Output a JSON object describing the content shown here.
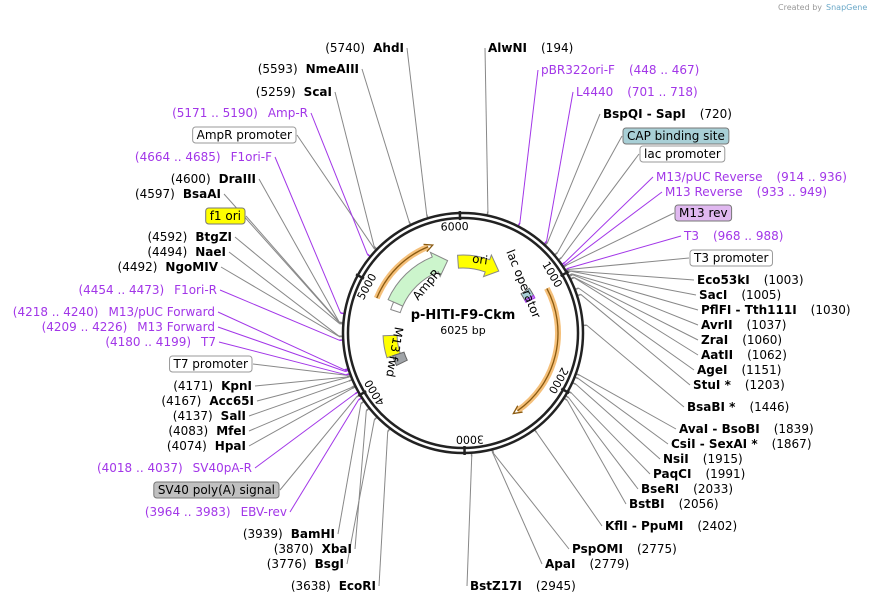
{
  "credit": {
    "prefix": "Created by",
    "brand": "SnapGene"
  },
  "plasmid": {
    "name": "p-HITI-F9-Ckm",
    "size_label": "6025 bp",
    "length_bp": 6025
  },
  "ticks": [
    "1000",
    "2000",
    "3000",
    "4000",
    "5000",
    "6000"
  ],
  "colors": {
    "primer": "#a236e8",
    "enzyme_line": "#888888",
    "backbone": "#222222",
    "orf": "#f5c07a"
  },
  "inner_features": [
    {
      "label": "ori",
      "color": "#ffff00"
    },
    {
      "label": "AmpR",
      "color": "#ccf5cc"
    },
    {
      "label": "lac operator",
      "color": "#a8cfd6"
    },
    {
      "label": "M13 fwd",
      "color": "#ffff00"
    }
  ],
  "labels": [
    {
      "type": "enzyme",
      "name": "AlwNI",
      "pos": "(194)",
      "bp": 194
    },
    {
      "type": "primer",
      "name": "pBR322ori-F",
      "pos": "(448 .. 467)",
      "bp": 457
    },
    {
      "type": "primer",
      "name": "L4440",
      "pos": "(701 .. 718)",
      "bp": 709
    },
    {
      "type": "enzyme",
      "name": "BspQI  - SapI",
      "pos": "(720)",
      "bp": 720
    },
    {
      "type": "feature",
      "name": "CAP binding site",
      "bp": 830,
      "color": "#a8cfd6"
    },
    {
      "type": "feature",
      "name": "lac promoter",
      "bp": 880,
      "color": "#ffffff"
    },
    {
      "type": "primer",
      "name": "M13/pUC Reverse",
      "pos": "(914 .. 936)",
      "bp": 925
    },
    {
      "type": "primer",
      "name": "M13 Reverse",
      "pos": "(933 .. 949)",
      "bp": 941
    },
    {
      "type": "feature",
      "name": "M13 rev",
      "bp": 950,
      "color": "#e0b8f0"
    },
    {
      "type": "primer",
      "name": "T3",
      "pos": "(968 .. 988)",
      "bp": 978
    },
    {
      "type": "feature",
      "name": "T3 promoter",
      "bp": 990,
      "color": "#ffffff"
    },
    {
      "type": "enzyme",
      "name": "Eco53kI",
      "pos": "(1003)",
      "bp": 1003
    },
    {
      "type": "enzyme",
      "name": "SacI",
      "pos": "(1005)",
      "bp": 1005
    },
    {
      "type": "enzyme",
      "name": "PflFI  - Tth111I",
      "pos": "(1030)",
      "bp": 1030
    },
    {
      "type": "enzyme",
      "name": "AvrII",
      "pos": "(1037)",
      "bp": 1037
    },
    {
      "type": "enzyme",
      "name": "ZraI",
      "pos": "(1060)",
      "bp": 1060
    },
    {
      "type": "enzyme",
      "name": "AatII",
      "pos": "(1062)",
      "bp": 1062
    },
    {
      "type": "enzyme",
      "name": "AgeI",
      "pos": "(1151)",
      "bp": 1151
    },
    {
      "type": "enzyme",
      "name": "StuI *",
      "pos": "(1203)",
      "bp": 1203
    },
    {
      "type": "enzyme",
      "name": "BsaBI *",
      "pos": "(1446)",
      "bp": 1446
    },
    {
      "type": "enzyme",
      "name": "AvaI  - BsoBI",
      "pos": "(1839)",
      "bp": 1839
    },
    {
      "type": "enzyme",
      "name": "CsiI  - SexAI *",
      "pos": "(1867)",
      "bp": 1867
    },
    {
      "type": "enzyme",
      "name": "NsiI",
      "pos": "(1915)",
      "bp": 1915
    },
    {
      "type": "enzyme",
      "name": "PaqCI",
      "pos": "(1991)",
      "bp": 1991
    },
    {
      "type": "enzyme",
      "name": "BseRI",
      "pos": "(2033)",
      "bp": 2033
    },
    {
      "type": "enzyme",
      "name": "BstBI",
      "pos": "(2056)",
      "bp": 2056
    },
    {
      "type": "enzyme",
      "name": "KflI  - PpuMI",
      "pos": "(2402)",
      "bp": 2402
    },
    {
      "type": "enzyme",
      "name": "PspOMI",
      "pos": "(2775)",
      "bp": 2775
    },
    {
      "type": "enzyme",
      "name": "ApaI",
      "pos": "(2779)",
      "bp": 2779
    },
    {
      "type": "enzyme",
      "name": "BstZ17I",
      "pos": "(2945)",
      "bp": 2945
    },
    {
      "type": "enzyme",
      "name": "EcoRI",
      "pos": "(3638)",
      "bp": 3638
    },
    {
      "type": "enzyme",
      "name": "BsgI",
      "pos": "(3776)",
      "bp": 3776
    },
    {
      "type": "enzyme",
      "name": "XbaI",
      "pos": "(3870)",
      "bp": 3870
    },
    {
      "type": "enzyme",
      "name": "BamHI",
      "pos": "(3939)",
      "bp": 3939
    },
    {
      "type": "primer",
      "name": "EBV-rev",
      "pos": "(3964 .. 3983)",
      "bp": 3973
    },
    {
      "type": "feature",
      "name": "SV40 poly(A) signal",
      "bp": 4000,
      "color": "#c0c0c0"
    },
    {
      "type": "primer",
      "name": "SV40pA-R",
      "pos": "(4018 .. 4037)",
      "bp": 4027
    },
    {
      "type": "enzyme",
      "name": "HpaI",
      "pos": "(4074)",
      "bp": 4074
    },
    {
      "type": "enzyme",
      "name": "MfeI",
      "pos": "(4083)",
      "bp": 4083
    },
    {
      "type": "enzyme",
      "name": "SalI",
      "pos": "(4137)",
      "bp": 4137
    },
    {
      "type": "enzyme",
      "name": "Acc65I",
      "pos": "(4167)",
      "bp": 4167
    },
    {
      "type": "enzyme",
      "name": "KpnI",
      "pos": "(4171)",
      "bp": 4171
    },
    {
      "type": "feature",
      "name": "T7 promoter",
      "bp": 4185,
      "color": "#ffffff"
    },
    {
      "type": "primer",
      "name": "T7",
      "pos": "(4180 .. 4199)",
      "bp": 4189
    },
    {
      "type": "primer",
      "name": "M13 Forward",
      "pos": "(4209 .. 4226)",
      "bp": 4217
    },
    {
      "type": "primer",
      "name": "M13/pUC Forward",
      "pos": "(4218 .. 4240)",
      "bp": 4229
    },
    {
      "type": "primer",
      "name": "F1ori-R",
      "pos": "(4454 .. 4473)",
      "bp": 4463
    },
    {
      "type": "enzyme",
      "name": "NgoMIV",
      "pos": "(4492)",
      "bp": 4492
    },
    {
      "type": "enzyme",
      "name": "NaeI",
      "pos": "(4494)",
      "bp": 4494
    },
    {
      "type": "enzyme",
      "name": "BtgZI",
      "pos": "(4592)",
      "bp": 4592
    },
    {
      "type": "feature",
      "name": "f1 ori",
      "bp": 4600,
      "color": "#ffff00"
    },
    {
      "type": "enzyme",
      "name": "BsaAI",
      "pos": "(4597)",
      "bp": 4597
    },
    {
      "type": "enzyme",
      "name": "DraIII",
      "pos": "(4600)",
      "bp": 4600
    },
    {
      "type": "primer",
      "name": "F1ori-F",
      "pos": "(4664 .. 4685)",
      "bp": 4674
    },
    {
      "type": "feature",
      "name": "AmpR promoter",
      "bp": 5250,
      "color": "#ffffff"
    },
    {
      "type": "primer",
      "name": "Amp-R",
      "pos": "(5171 .. 5190)",
      "bp": 5180
    },
    {
      "type": "enzyme",
      "name": "ScaI",
      "pos": "(5259)",
      "bp": 5259
    },
    {
      "type": "enzyme",
      "name": "NmeAIII",
      "pos": "(5593)",
      "bp": 5593
    },
    {
      "type": "enzyme",
      "name": "AhdI",
      "pos": "(5740)",
      "bp": 5740
    }
  ]
}
